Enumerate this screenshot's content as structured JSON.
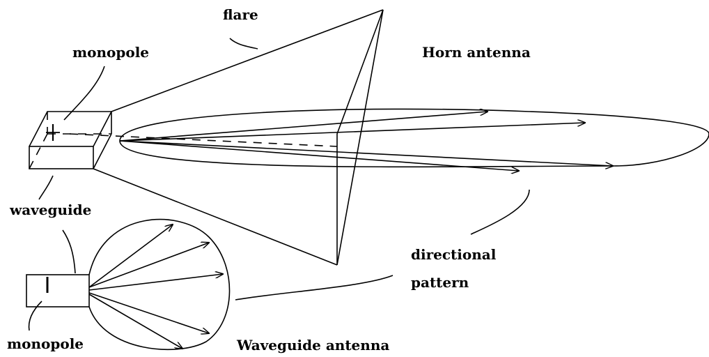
{
  "labels": {
    "flare": "flare",
    "monopole_top": "monopole",
    "horn_antenna": "Horn antenna",
    "waveguide": "waveguide",
    "directional_pattern_line1": "directional",
    "directional_pattern_line2": "pattern",
    "monopole_bottom": "monopole",
    "waveguide_antenna": "Waveguide antenna"
  }
}
